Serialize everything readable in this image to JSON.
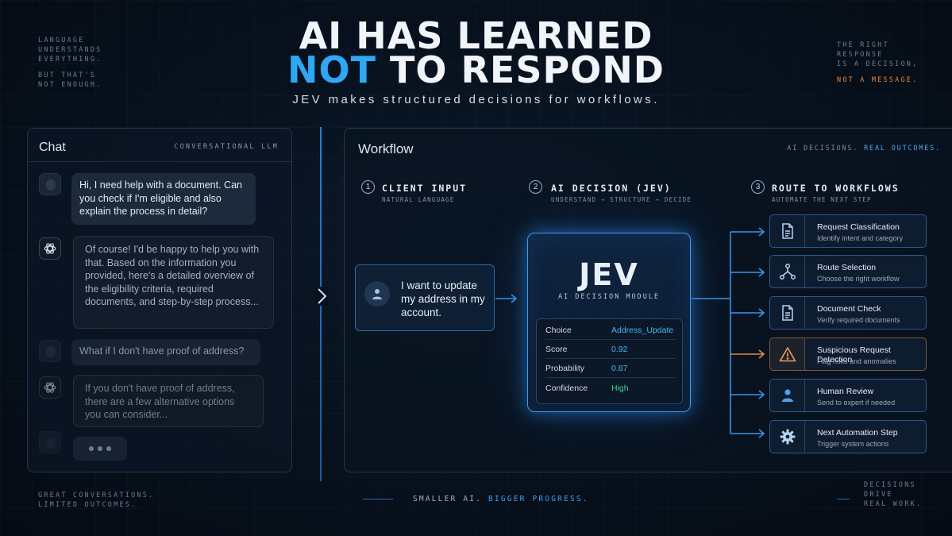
{
  "corner_notes": {
    "top_left": [
      "LANGUAGE",
      "UNDERSTANDS",
      "EVERYTHING.",
      "BUT THAT'S",
      "NOT ENOUGH."
    ],
    "top_right": [
      "THE RIGHT",
      "RESPONSE",
      "IS A DECISION,",
      "NOT A MESSAGE."
    ],
    "bottom_left": [
      "GREAT CONVERSATIONS.",
      "LIMITED OUTCOMES."
    ],
    "bottom_right": [
      "DECISIONS",
      "DRIVE",
      "REAL WORK."
    ]
  },
  "headline": {
    "line1": "AI HAS LEARNED",
    "line2_accent": "NOT",
    "line2_rest": " TO RESPOND",
    "subtitle": "JEV makes structured decisions for workflows."
  },
  "chat": {
    "title": "Chat",
    "tag": "CONVERSATIONAL LLM",
    "messages": [
      {
        "role": "user",
        "text": "Hi, I need help with a document. Can you check if I'm eligible and also explain the process in detail?"
      },
      {
        "role": "ai",
        "text": "Of course! I'd be happy to help you with that. Based on the information you provided, here's a detailed overview of the eligibility criteria, required documents, and step-by-step process..."
      },
      {
        "role": "user",
        "text": "What if I don't have proof of address?"
      },
      {
        "role": "ai",
        "text": "If you don't have proof of address, there are a few alternative options you can consider..."
      }
    ]
  },
  "workflow": {
    "title": "Workflow",
    "tag_part1": "AI DECISIONS. ",
    "tag_part2": "REAL OUTCOMES.",
    "steps": [
      {
        "num": "1",
        "title": "CLIENT INPUT",
        "sub": "NATURAL LANGUAGE"
      },
      {
        "num": "2",
        "title": "AI DECISION (JEV)",
        "sub": "UNDERSTAND → STRUCTURE → DECIDE"
      },
      {
        "num": "3",
        "title": "ROUTE TO WORKFLOWS",
        "sub": "AUTOMATE THE NEXT STEP"
      }
    ],
    "client_input": "I want to update my address in my account.",
    "jev": {
      "name": "JEV",
      "subtitle": "AI DECISION MODULE",
      "rows": [
        {
          "key": "Choice",
          "value": "Address_Update"
        },
        {
          "key": "Score",
          "value": "0.92"
        },
        {
          "key": "Probability",
          "value": "0.87"
        },
        {
          "key": "Confidence",
          "value": "High"
        }
      ]
    },
    "routes": [
      {
        "name": "Request Classification",
        "desc": "Identify intent and category",
        "icon": "document-icon"
      },
      {
        "name": "Route Selection",
        "desc": "Choose the right workflow",
        "icon": "branch-icon"
      },
      {
        "name": "Document Check",
        "desc": "Verify required documents",
        "icon": "document-icon"
      },
      {
        "name": "Suspicious Request Detection",
        "desc": "Flag risks and anomalies",
        "icon": "warning-icon"
      },
      {
        "name": "Human Review",
        "desc": "Send to expert if needed",
        "icon": "person-icon"
      },
      {
        "name": "Next Automation Step",
        "desc": "Trigger system actions",
        "icon": "gear-icon"
      }
    ]
  },
  "footer": {
    "part1": "SMALLER AI. ",
    "part2": "BIGGER PROGRESS."
  },
  "colors": {
    "accent_blue": "#2ea8f5",
    "accent_orange": "#e88a3c",
    "confidence_green": "#46d49a"
  }
}
